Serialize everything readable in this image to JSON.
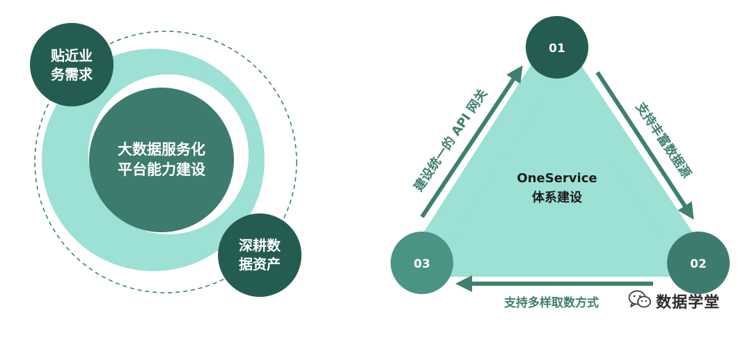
{
  "left_diagram": {
    "top_left_node": {
      "line1": "贴近业",
      "line2": "务需求"
    },
    "center_node": {
      "line1": "大数据服务化",
      "line2": "平台能力建设"
    },
    "bottom_right_node": {
      "line1": "深耕数",
      "line2": "据资产"
    }
  },
  "right_diagram": {
    "center_label": {
      "line1": "OneService",
      "line2": "体系建设"
    },
    "node_01": "01",
    "node_02": "02",
    "node_03": "03",
    "arrow_left": "建设统一的 API 网关",
    "arrow_right": "支持丰富数据源",
    "arrow_bottom": "支持多样取数方式"
  },
  "watermark": {
    "text": "数据学堂",
    "icon": "wechat-icon"
  },
  "colors": {
    "dark_green": "#245c52",
    "mid_green": "#3d7b6e",
    "teal_node": "#4a9486",
    "light_mint": "#9de0d5",
    "arrow_green": "#3e7f70",
    "dashed": "#3e7f70"
  }
}
